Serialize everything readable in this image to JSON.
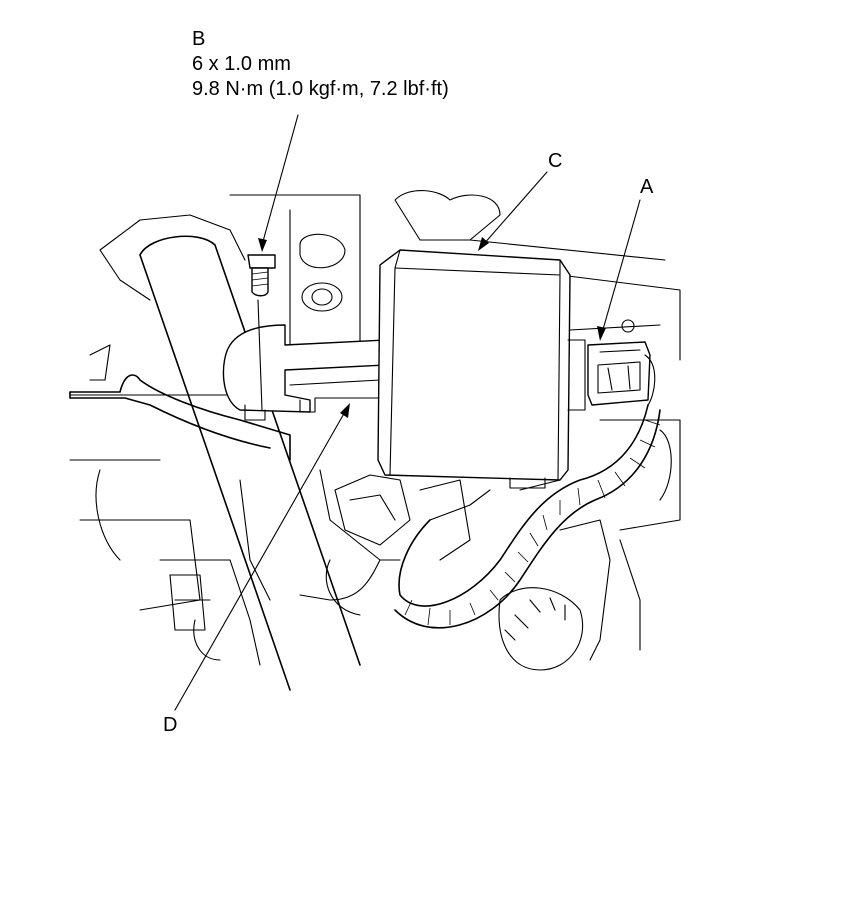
{
  "callouts": {
    "a": "A",
    "b": "B",
    "b_size": "6 x 1.0 mm",
    "b_torque": "9.8 N·m (1.0 kgf·m, 7.2 lbf·ft)",
    "c": "C",
    "d": "D"
  }
}
